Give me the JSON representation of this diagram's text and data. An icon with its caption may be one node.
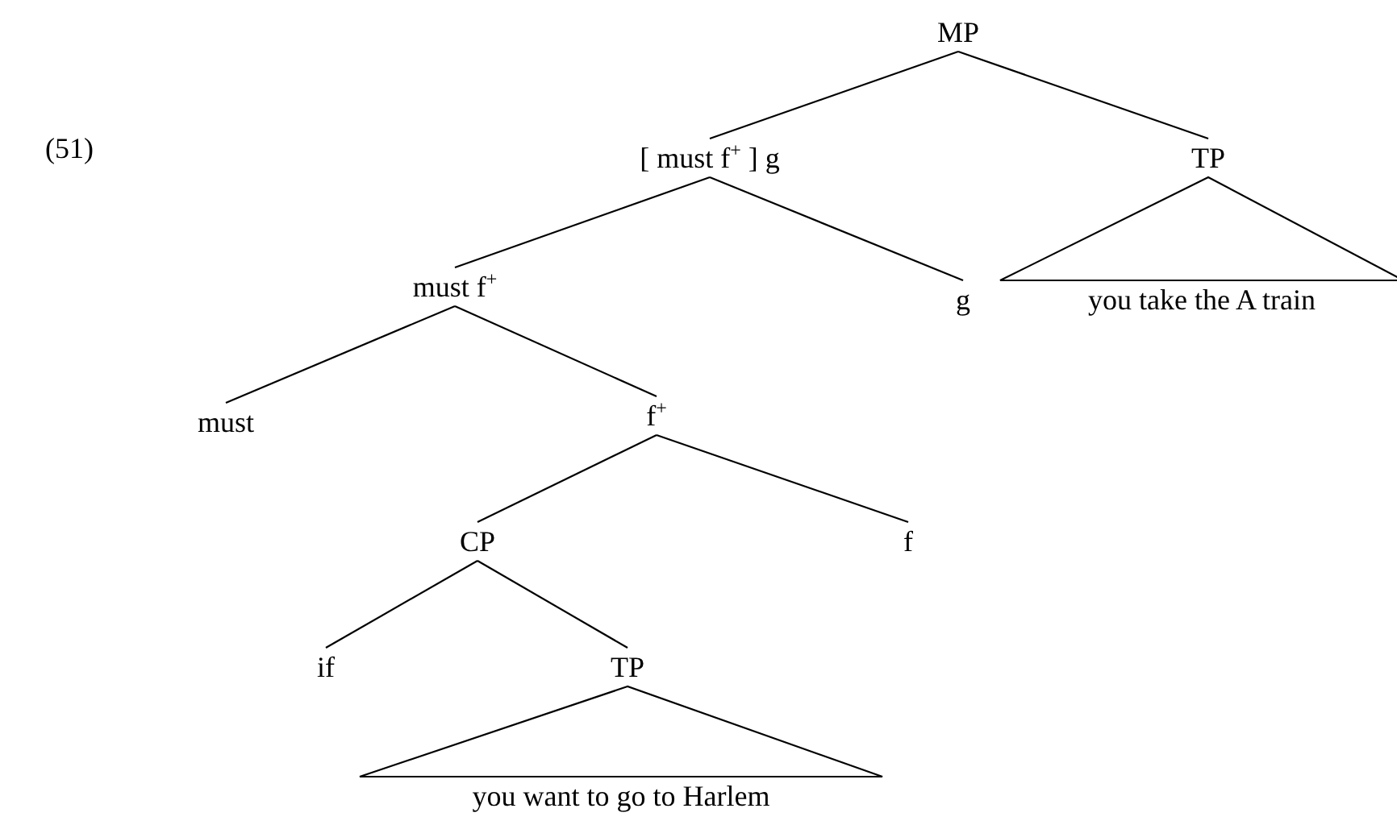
{
  "diagram": {
    "nodes": [
      {
        "text": [
          "MP"
        ]
      },
      {
        "text": [
          "[ must f$^{+}$ ] g"
        ]
      },
      {
        "text": [
          "TP"
        ]
      },
      {
        "text": [
          "must f$^{+}$"
        ]
      },
      {
        "text": [
          "g"
        ]
      },
      {
        "text": [
          "you take the A train"
        ]
      },
      {
        "text": [
          "must"
        ]
      },
      {
        "text": [
          "f$^{+}$"
        ]
      },
      {
        "text": [
          "CP"
        ]
      },
      {
        "text": [
          "f"
        ]
      },
      {
        "text": [
          "if"
        ]
      },
      {
        "text": [
          "TP"
        ]
      },
      {
        "text": [
          "you want to go to Harlem"
        ]
      }
    ],
    "edges": [
      {
        "from": 0,
        "to": 1,
        "arrow": "none"
      },
      {
        "from": 0,
        "to": 2,
        "arrow": "none"
      },
      {
        "from": 1,
        "to": 3,
        "arrow": "none"
      },
      {
        "from": 1,
        "to": 4,
        "arrow": "none"
      },
      {
        "from": 2,
        "to": 5,
        "arrow": "none"
      },
      {
        "from": 3,
        "to": 6,
        "arrow": "none"
      },
      {
        "from": 3,
        "to": 7,
        "arrow": "none"
      },
      {
        "from": 7,
        "to": 8,
        "arrow": "none"
      },
      {
        "from": 7,
        "to": 9,
        "arrow": "none"
      },
      {
        "from": 8,
        "to": 10,
        "arrow": "none"
      },
      {
        "from": 8,
        "to": 11,
        "arrow": "none"
      },
      {
        "from": 11,
        "to": 12,
        "arrow": "none"
      }
    ],
    "labels": [
      "(51)"
    ]
  }
}
